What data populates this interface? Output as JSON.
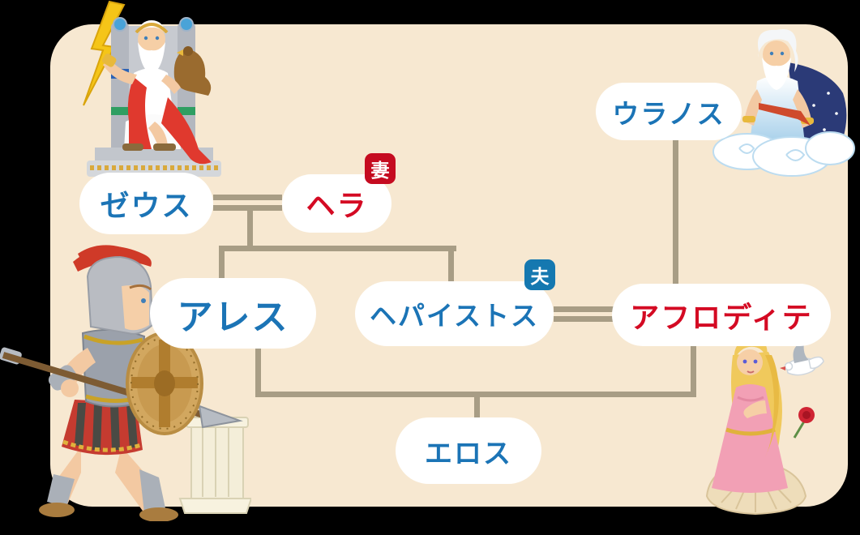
{
  "diagram_type": "family-tree",
  "palette": {
    "outer_bg": "#000000",
    "panel_bg": "#f7e8d1",
    "line": "#a89d85",
    "pill_bg": "#ffffff",
    "male_text": "#1b74b6",
    "female_text": "#d40a23",
    "wife_badge_bg": "#c50b20",
    "husband_badge_bg": "#1578b0"
  },
  "nodes": {
    "zeus": {
      "label": "ゼウス",
      "text_color": "#1b74b6"
    },
    "hera": {
      "label": "ヘラ",
      "text_color": "#d40a23",
      "badge": "妻"
    },
    "uranus": {
      "label": "ウラノス",
      "text_color": "#1b74b6"
    },
    "ares": {
      "label": "アレス",
      "text_color": "#1b74b6"
    },
    "hephaestus": {
      "label": "ヘパイストス",
      "text_color": "#1b74b6",
      "badge": "夫"
    },
    "aphrodite": {
      "label": "アフロディテ",
      "text_color": "#d40a23"
    },
    "eros": {
      "label": "エロス",
      "text_color": "#1b74b6"
    }
  },
  "relations": {
    "marriages": [
      {
        "between": [
          "ゼウス",
          "ヘラ"
        ],
        "badge_on": "ヘラ",
        "badge": "妻"
      },
      {
        "between": [
          "ヘパイストス",
          "アフロディテ"
        ],
        "badge_on": "ヘパイストス",
        "badge": "夫"
      }
    ],
    "parent_child": [
      {
        "parents": [
          "ゼウス",
          "ヘラ"
        ],
        "children": [
          "アレス",
          "ヘパイストス"
        ]
      },
      {
        "parents": [
          "ウラノス"
        ],
        "children": [
          "アフロディテ"
        ]
      },
      {
        "parents": [
          "アレス",
          "アフロディテ"
        ],
        "children": [
          "エロス"
        ]
      }
    ]
  },
  "illustrations": {
    "zeus": "zeus-on-throne-with-lightning-and-eagle",
    "uranus": "uranus-standing-on-clouds-with-starry-cape",
    "ares": "ares-warrior-with-helmet-shield-spear-and-column",
    "aphrodite": "aphrodite-with-dove-rose-and-shell"
  }
}
